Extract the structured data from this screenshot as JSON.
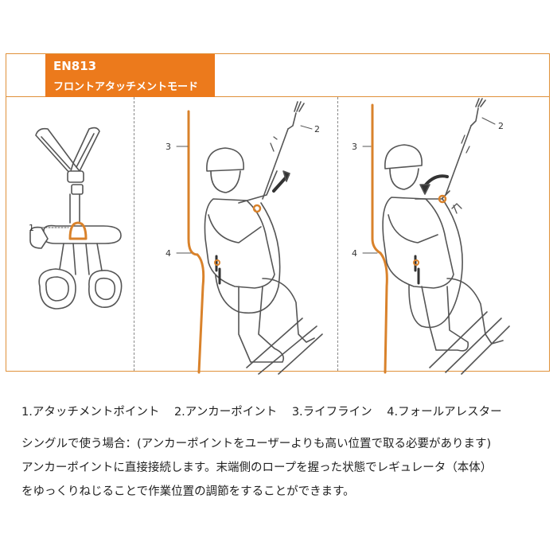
{
  "header": {
    "standard": "EN813",
    "mode": "フロントアタッチメントモード"
  },
  "callouts": {
    "panel1": [
      "1"
    ],
    "panel2": [
      "2",
      "3",
      "4"
    ],
    "panel3": [
      "2",
      "3",
      "4"
    ]
  },
  "legend": [
    "1.アタッチメントポイント",
    "2.アンカーポイント",
    "3.ライフライン",
    "4.フォールアレスター"
  ],
  "notes": [
    "シングルで使う場合：(アンカーポイントをユーザーよりも高い位置で取る必要があります)",
    "アンカーポイントに直接接続します。末端側のロープを握った状態でレギュレータ（本体）",
    "をゆっくりねじることで作業位置の調節をすることができます。"
  ],
  "colors": {
    "accent": "#ec7a1c",
    "rope": "#d9822b",
    "line": "#555555"
  }
}
